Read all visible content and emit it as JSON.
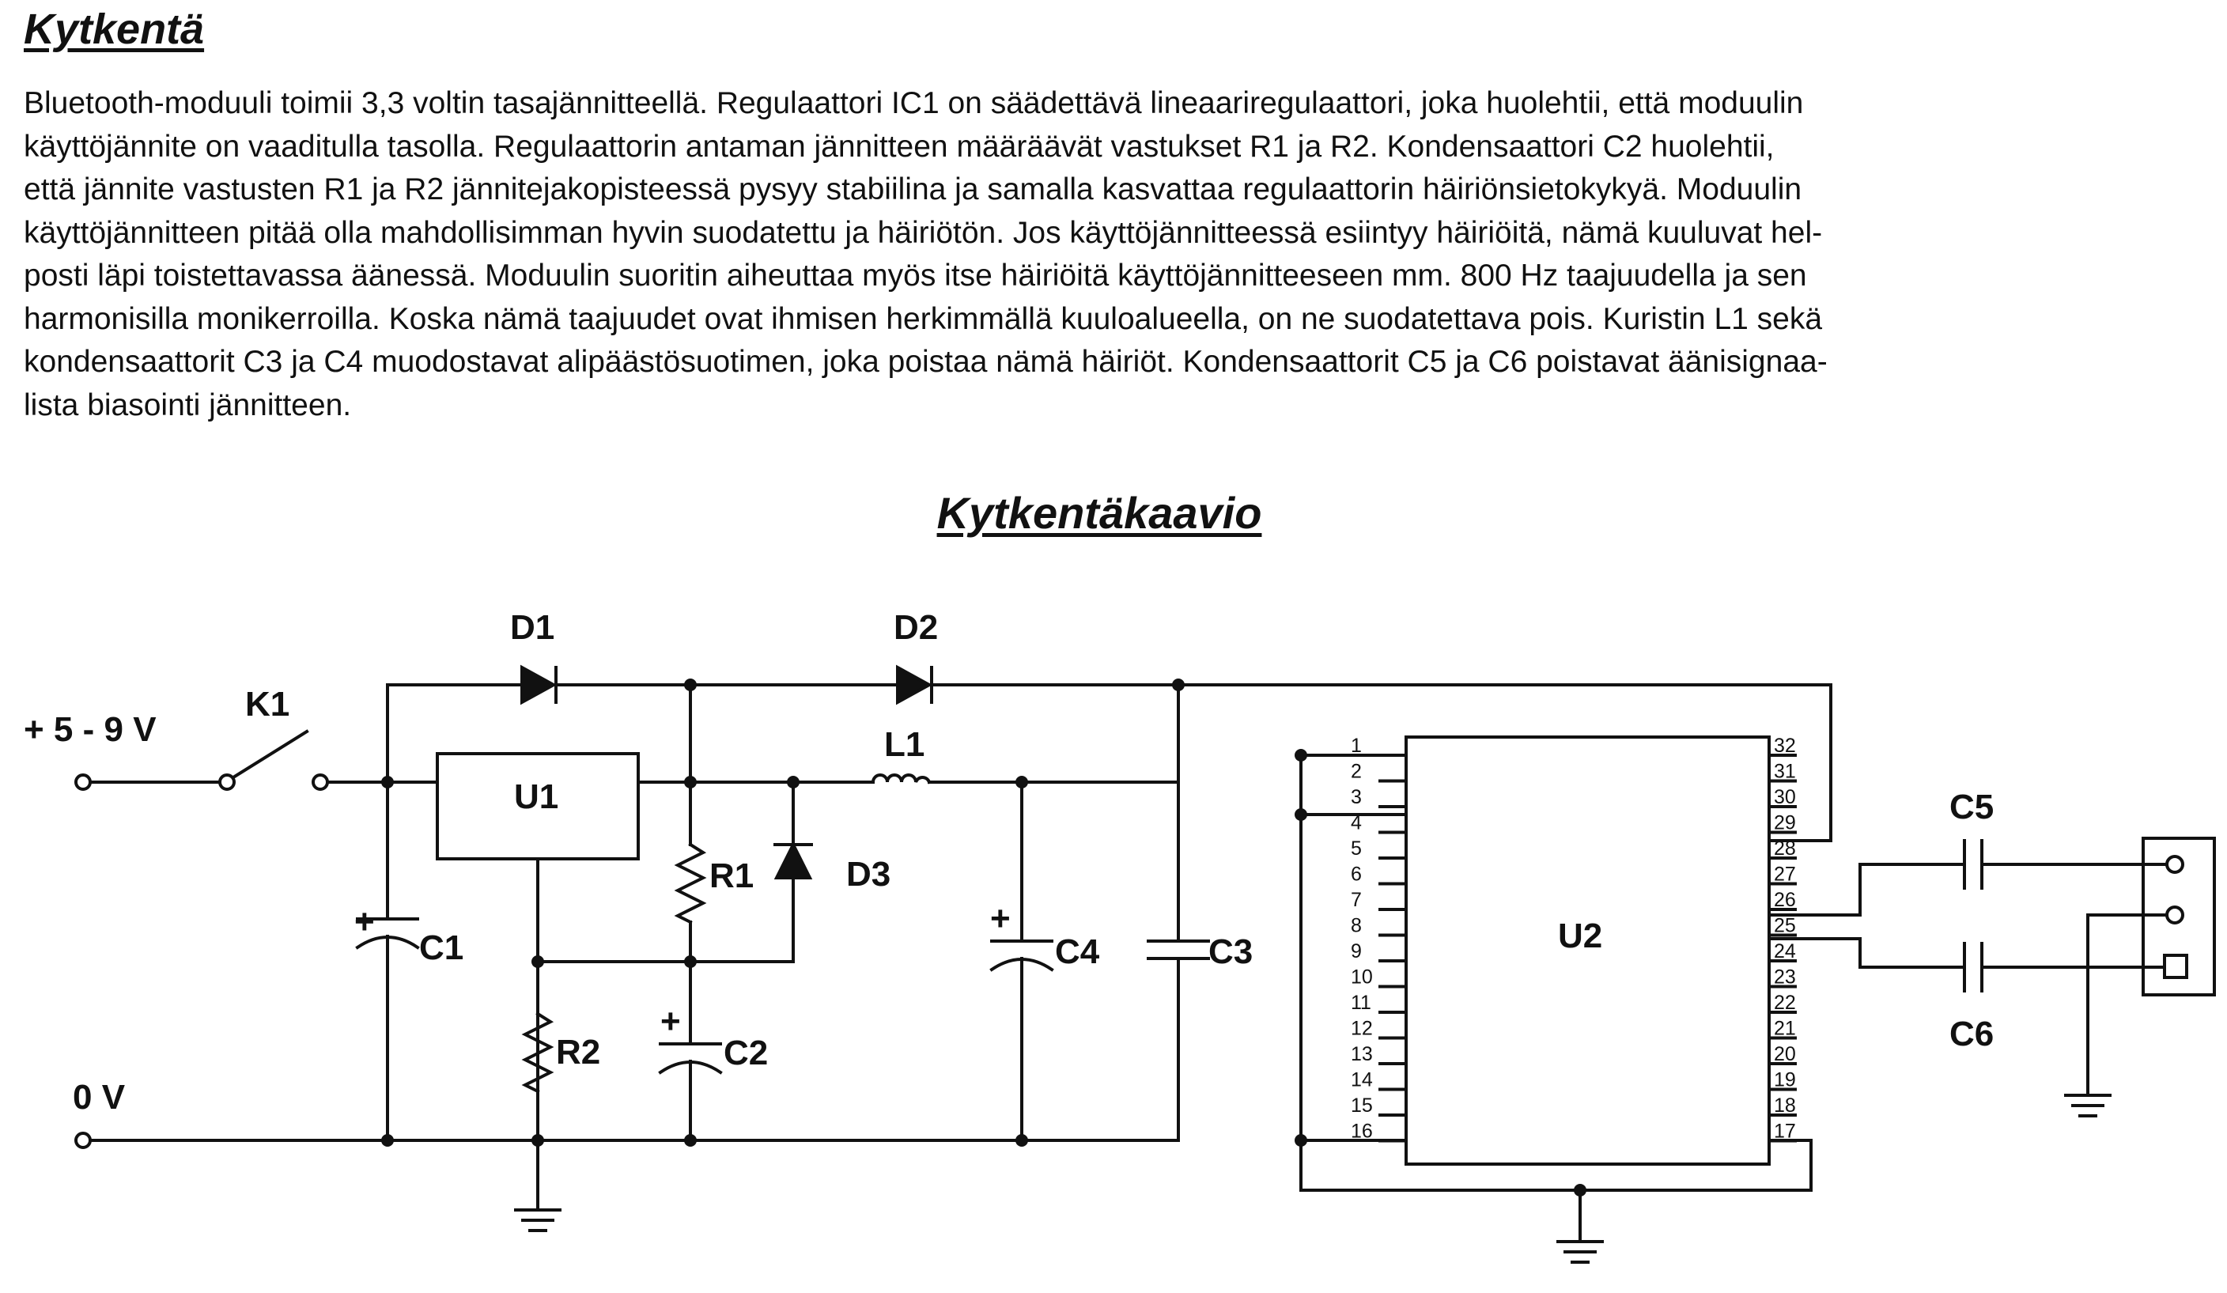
{
  "heading": "Kytkentä",
  "paragraph": [
    "Bluetooth-moduuli toimii 3,3 voltin tasajännitteellä. Regulaattori IC1 on säädettävä lineaariregulaattori, joka huolehtii, että moduulin",
    "käyttöjännite on vaaditulla tasolla. Regulaattorin antaman jännitteen määräävät vastukset R1 ja R2. Kondensaattori C2 huolehtii,",
    "että jännite vastusten R1 ja R2 jännitejakopisteessä pysyy stabiilina ja samalla kasvattaa regulaattorin häiriönsietokykyä. Moduulin",
    "käyttöjännitteen pitää olla mahdollisimman hyvin suodatettu ja häiriötön. Jos käyttöjännitteessä esiintyy häiriöitä, nämä kuuluvat hel-",
    "posti läpi toistettavassa äänessä. Moduulin suoritin aiheuttaa myös itse häiriöitä käyttöjännitteeseen mm. 800 Hz taajuudella ja sen",
    "harmonisilla monikerroilla. Koska nämä taajuudet ovat ihmisen herkimmällä kuuloalueella, on ne suodatettava pois. Kuristin L1 sekä",
    "kondensaattorit C3 ja C4 muodostavat alipäästösuotimen, joka poistaa nämä häiriöt. Kondensaattorit C5 ja C6 poistavat äänisignaa-",
    "lista biasointi jännitteen."
  ],
  "diagram_title": "Kytkentäkaavio",
  "schematic": {
    "supply_label": "+ 5 - 9 V",
    "ground_label": "0 V",
    "switch": "K1",
    "diode1": "D1",
    "diode2": "D2",
    "diode3": "D3",
    "regulator": "U1",
    "inductor": "L1",
    "resistor1": "R1",
    "resistor2": "R2",
    "cap1": "C1",
    "cap2": "C2",
    "cap3": "C3",
    "cap4": "C4",
    "cap5": "C5",
    "cap6": "C6",
    "module": "U2",
    "polarity_mark": "+",
    "pins_left": [
      "1",
      "2",
      "3",
      "4",
      "5",
      "6",
      "7",
      "8",
      "9",
      "10",
      "11",
      "12",
      "13",
      "14",
      "15",
      "16"
    ],
    "pins_right": [
      "32",
      "31",
      "30",
      "29",
      "28",
      "27",
      "26",
      "25",
      "24",
      "23",
      "22",
      "21",
      "20",
      "19",
      "18",
      "17"
    ]
  }
}
